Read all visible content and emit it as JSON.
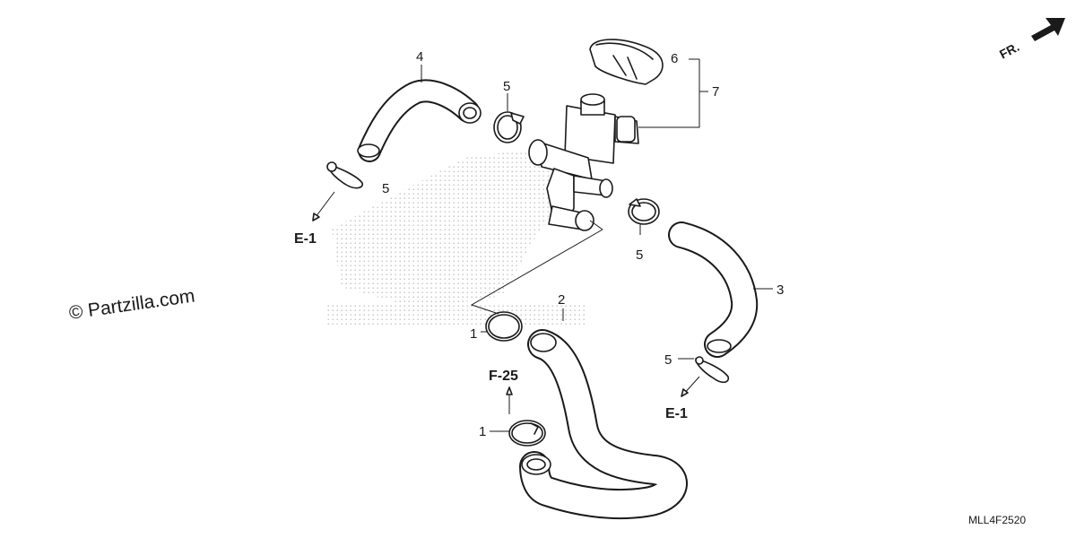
{
  "watermark": "© Partzilla.com",
  "orientation": {
    "label": "FR."
  },
  "diagram_code": "MLL4F2520",
  "callouts": {
    "c1_top": "1",
    "c1_bottom": "1",
    "c2": "2",
    "c3": "3",
    "c4": "4",
    "c5_top": "5",
    "c5_left": "5",
    "c5_mid": "5",
    "c5_right": "5",
    "c6": "6",
    "c7": "7"
  },
  "references": {
    "e1_left": "E-1",
    "e1_right": "E-1",
    "f25": "F-25"
  }
}
